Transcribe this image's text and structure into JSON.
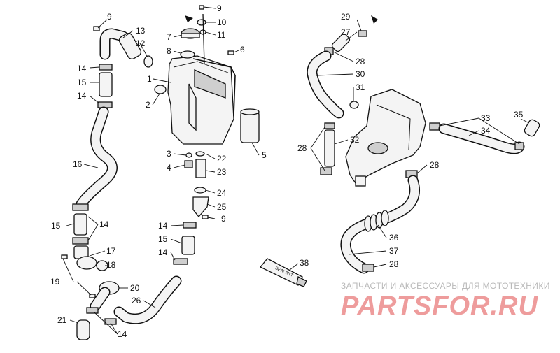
{
  "callouts": {
    "c1": "1",
    "c2": "2",
    "c3": "3",
    "c4": "4",
    "c5": "5",
    "c6": "6",
    "c7": "7",
    "c8": "8",
    "c9": "9",
    "c10": "10",
    "c11": "11",
    "c12": "12",
    "c13": "13",
    "c14": "14",
    "c15": "15",
    "c16": "16",
    "c17": "17",
    "c18": "18",
    "c19": "19",
    "c20": "20",
    "c21": "21",
    "c22": "22",
    "c23": "23",
    "c24": "24",
    "c25": "25",
    "c26": "26",
    "c27": "27",
    "c28": "28",
    "c29": "29",
    "c30": "30",
    "c31": "31",
    "c32": "32",
    "c33": "33",
    "c34": "34",
    "c35": "35",
    "c36": "36",
    "c37": "37",
    "c38": "38"
  },
  "sealant_label": "SEALANT",
  "watermark": {
    "tagline": "ЗАПЧАСТИ И АКСЕССУАРЫ ДЛЯ МОТОТЕХНИКИ",
    "brand": "PARTSFOR.RU"
  }
}
